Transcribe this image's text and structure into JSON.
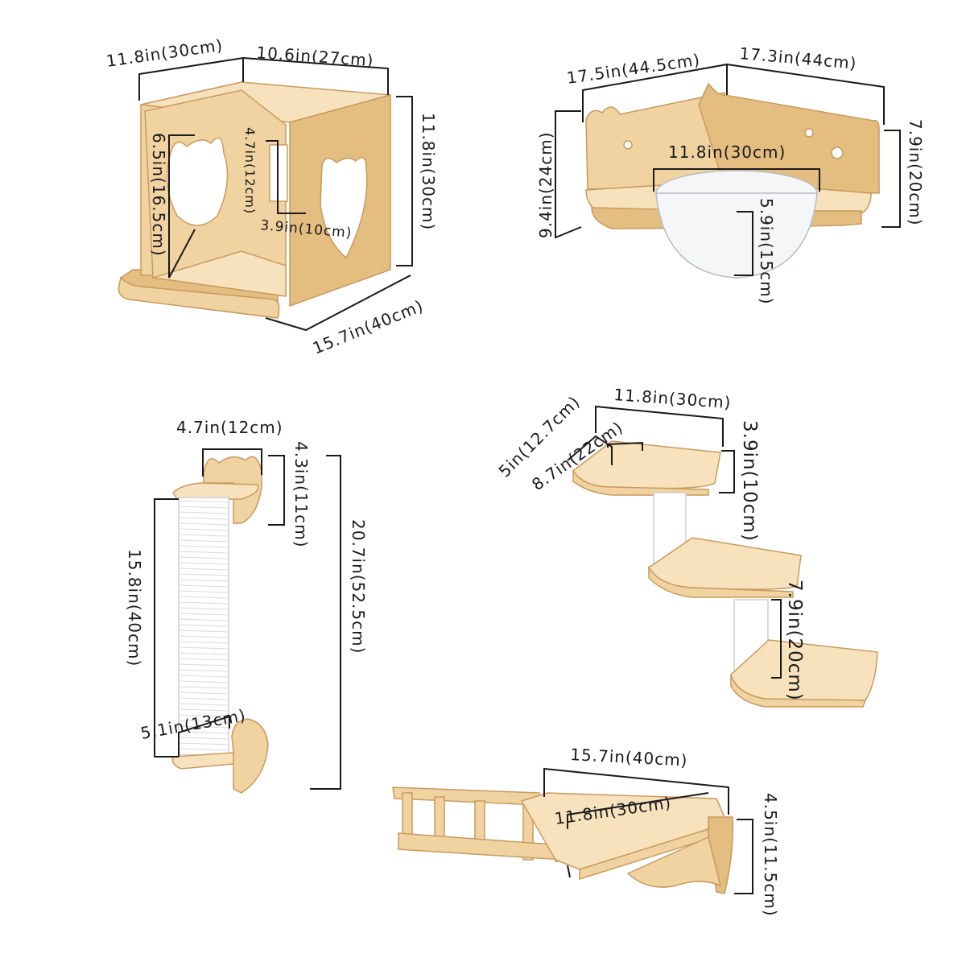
{
  "products": {
    "cube": {
      "label_depth": "11.8in(30cm)",
      "label_width": "10.6in(27cm)",
      "label_height": "11.8in(30cm)",
      "label_hole_height": "6.5in(16.5cm)",
      "label_side_hole_h": "4.7in(12cm)",
      "label_side_hole_w": "3.9in(10cm)",
      "label_base": "15.7in(40cm)"
    },
    "corner_bowl": {
      "label_left": "17.5in(44.5cm)",
      "label_right": "17.3in(44cm)",
      "label_left_height": "9.4in(24cm)",
      "label_right_height": "7.9in(20cm)",
      "label_bowl_diameter": "11.8in(30cm)",
      "label_bowl_depth": "5.9in(15cm)"
    },
    "scratch_post": {
      "label_top_width": "4.7in(12cm)",
      "label_top_height": "4.3in(11cm)",
      "label_post_length": "15.8in(40cm)",
      "label_total_height": "20.7in(52.5cm)",
      "label_post_diameter": "5.1in(13cm)"
    },
    "steps": {
      "label_width": "11.8in(30cm)",
      "label_depth_outer": "5in(12.7cm)",
      "label_depth_inner": "8.7in(22cm)",
      "label_step_height": "3.9in(10cm)",
      "label_step_rise": "7.9in(20cm)"
    },
    "bridge_shelf": {
      "label_length": "15.7in(40cm)",
      "label_depth": "11.8in(30cm)",
      "label_height": "4.5in(11.5cm)"
    }
  }
}
